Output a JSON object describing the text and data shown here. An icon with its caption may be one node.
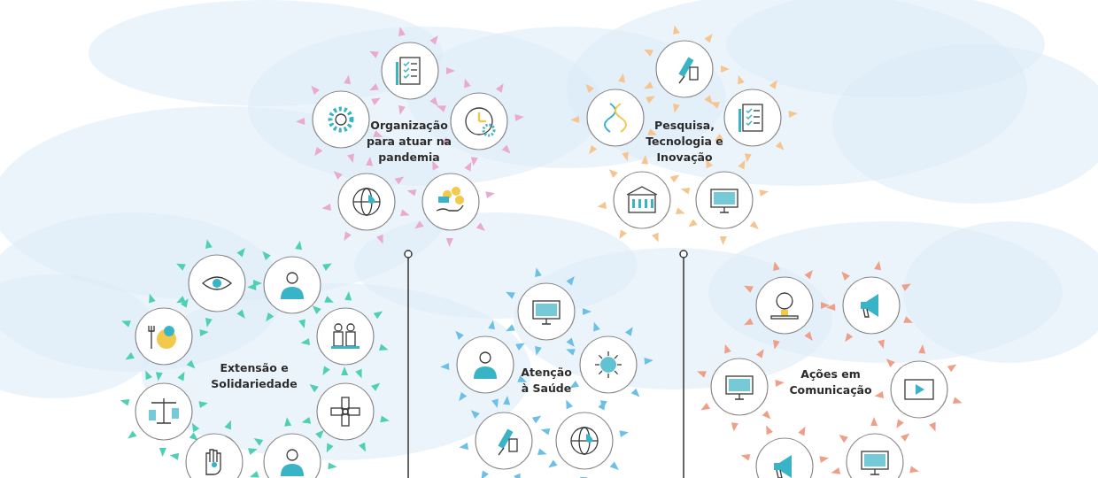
{
  "diagram": {
    "labels": [
      "Organização para atuar na pandemia",
      "Pesquisa, Tecnologia e Inovação",
      "Extensão e Solidariedade",
      "Atenção à Saúde",
      "Ações em Comunicação"
    ]
  }
}
